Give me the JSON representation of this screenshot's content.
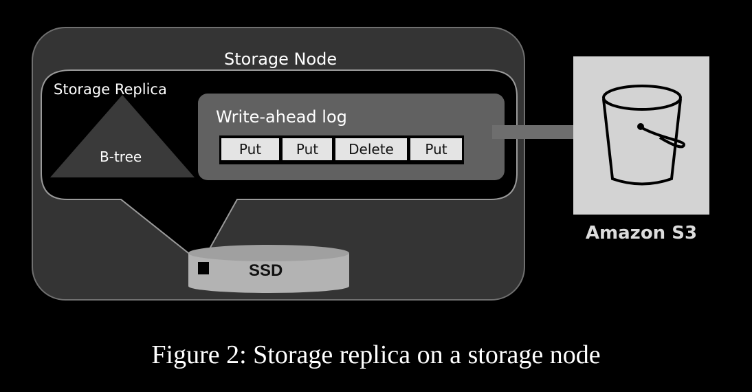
{
  "storage_node": {
    "title": "Storage Node"
  },
  "storage_replica": {
    "title": "Storage Replica",
    "index_label": "B-tree"
  },
  "write_ahead_log": {
    "title": "Write-ahead log",
    "entries": [
      "Put",
      "Put",
      "Delete",
      "Put"
    ]
  },
  "ssd": {
    "label": "SSD"
  },
  "s3": {
    "label": "Amazon S3",
    "icon": "bucket-icon"
  },
  "caption": "Figure 2: Storage replica on a storage node"
}
